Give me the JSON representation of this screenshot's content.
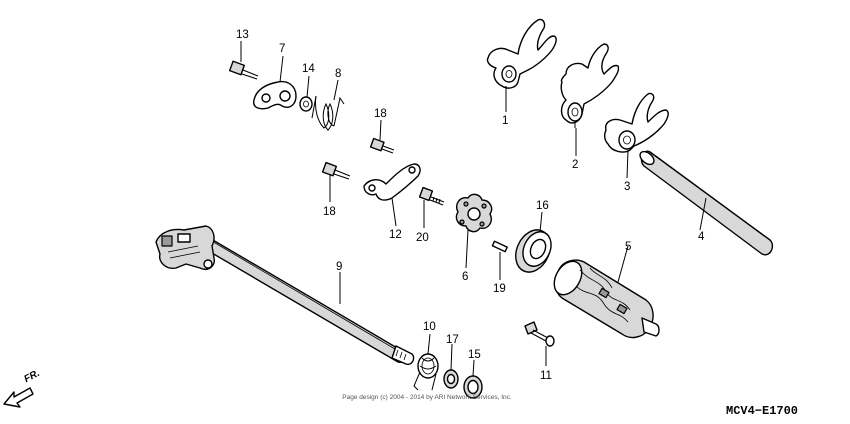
{
  "callouts": {
    "c1": "1",
    "c2": "2",
    "c3": "3",
    "c4": "4",
    "c5": "5",
    "c6": "6",
    "c7": "7",
    "c8": "8",
    "c9": "9",
    "c10": "10",
    "c11": "11",
    "c12": "12",
    "c13": "13",
    "c14": "14",
    "c15": "15",
    "c16": "16",
    "c17": "17",
    "c18a": "18",
    "c18b": "18",
    "c19": "19",
    "c20": "20"
  },
  "front_label": "FR.",
  "diagram_code": "MCV4−E1700",
  "copyright": "Page design (c) 2004 - 2014 by ARI Network Services, Inc."
}
